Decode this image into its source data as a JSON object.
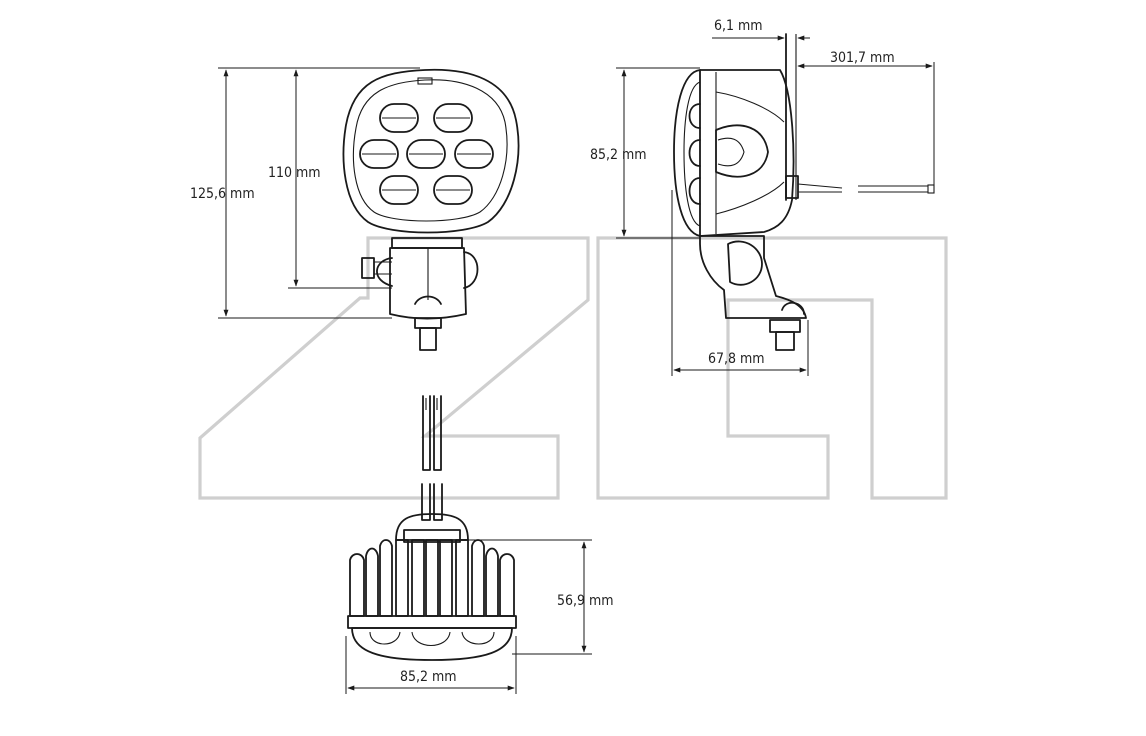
{
  "watermark": {
    "text": "ZF",
    "color": "#cfcfcf"
  },
  "dimensions": {
    "front_height_total": "125,6 mm",
    "front_height_lamp": "110 mm",
    "side_height": "85,2 mm",
    "side_lens_offset": "6,1 mm",
    "side_cable_length": "301,7 mm",
    "side_depth": "67,8 mm",
    "bottom_height": "56,9 mm",
    "bottom_width": "85,2 mm"
  },
  "colors": {
    "line": "#1a1a1a",
    "background": "#ffffff"
  }
}
